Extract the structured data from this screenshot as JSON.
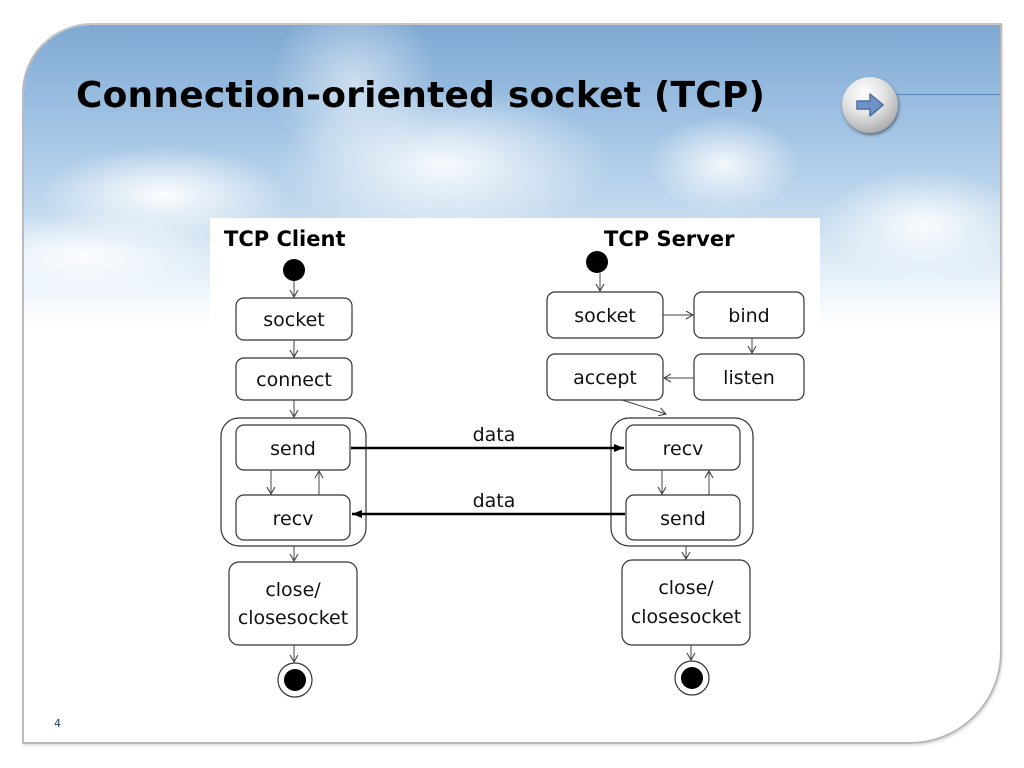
{
  "slide": {
    "title": "Connection-oriented socket (TCP)",
    "page_number": "4",
    "next_button_icon": "arrow-right-icon"
  },
  "diagram": {
    "client": {
      "heading": "TCP Client",
      "nodes": {
        "socket": "socket",
        "connect": "connect",
        "send": "send",
        "recv": "recv",
        "close_line1": "close/",
        "close_line2": "closesocket"
      }
    },
    "server": {
      "heading": "TCP Server",
      "nodes": {
        "socket": "socket",
        "bind": "bind",
        "listen": "listen",
        "accept": "accept",
        "recv": "recv",
        "send": "send",
        "close_line1": "close/",
        "close_line2": "closesocket"
      }
    },
    "messages": [
      {
        "label": "data",
        "from": "client.send",
        "to": "server.recv"
      },
      {
        "label": "data",
        "from": "server.send",
        "to": "client.recv"
      }
    ]
  }
}
